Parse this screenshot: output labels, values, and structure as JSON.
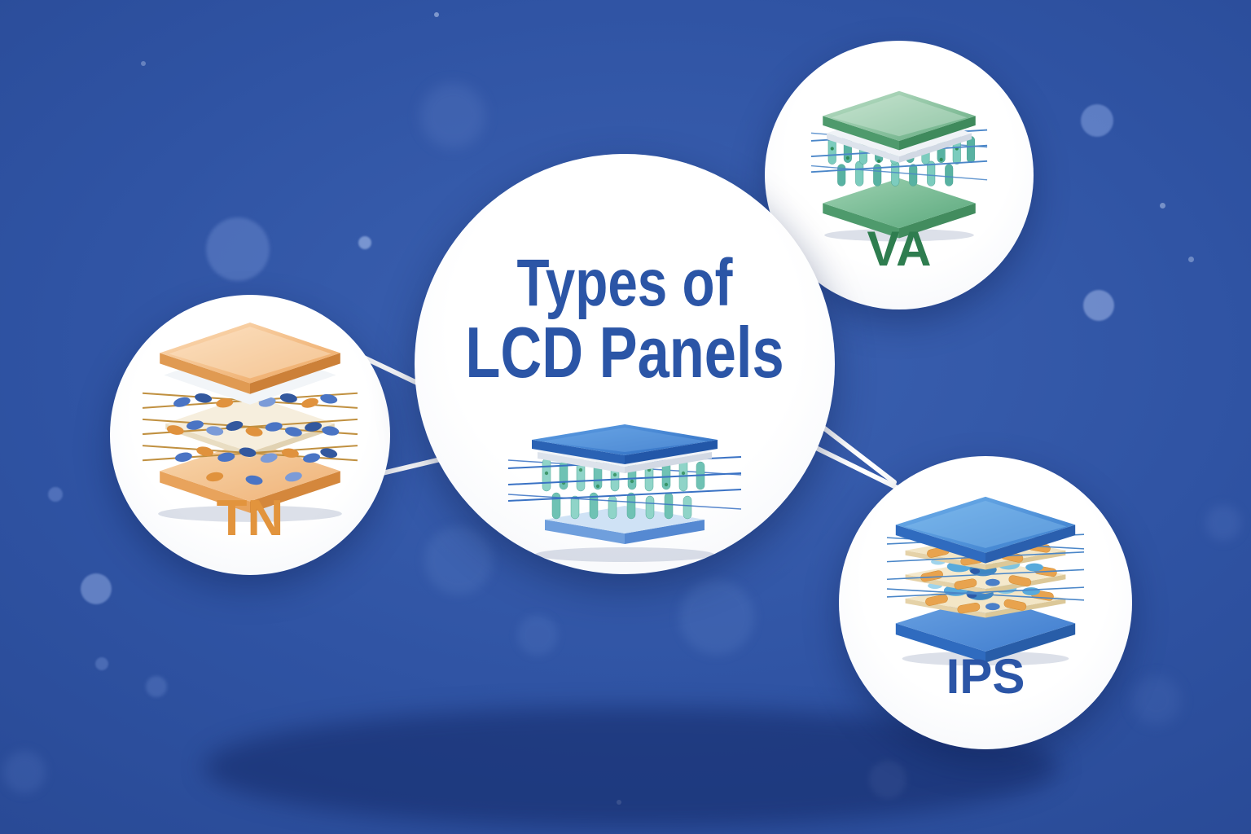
{
  "title": {
    "line1": "Types of",
    "line2": "LCD Panels"
  },
  "nodes": [
    {
      "id": "tn",
      "label": "TN",
      "label_color": "#e2943d",
      "illustration": "orange-tn-panel-stack"
    },
    {
      "id": "va",
      "label": "VA",
      "label_color": "#2e7d4f",
      "illustration": "green-va-panel-stack"
    },
    {
      "id": "ips",
      "label": "IPS",
      "label_color": "#2b55a6",
      "illustration": "blue-ips-panel-stack"
    }
  ],
  "center_illustration": "blue-lcd-panel-stack",
  "palette": {
    "title_color": "#2b55a6",
    "background_center": "#3c62b2",
    "background_edge": "#1d3779",
    "circle_fill": "#ffffff",
    "connector_color": "#ffffff",
    "tn_accent": "#eda55e",
    "va_accent": "#63ab80",
    "ips_accent": "#3a7ccc"
  }
}
